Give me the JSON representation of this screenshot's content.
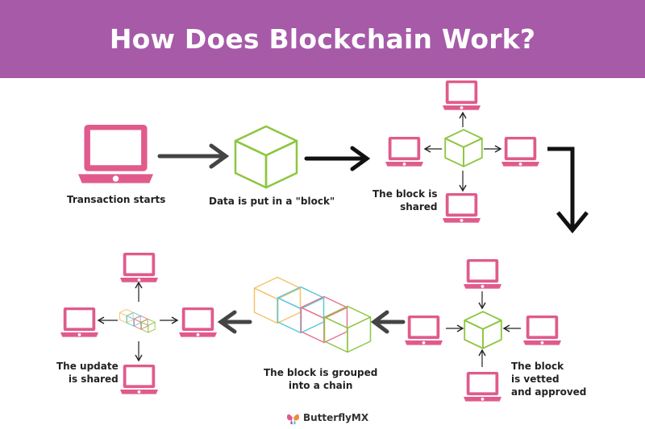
{
  "header": {
    "title": "How Does Blockchain Work?"
  },
  "steps": {
    "transaction": "Transaction starts",
    "block": "Data is put in a \"block\"",
    "shared": "The block is\nshared",
    "vetted": "The block\nis vetted\nand approved",
    "chain": "The block is grouped\ninto a chain",
    "update": "The update\nis shared"
  },
  "brand": {
    "name": "ButterflyMX"
  },
  "colors": {
    "header_bg": "#a65aa8",
    "laptop": "#e05b8c",
    "cube_green": "#8dc63f",
    "cube_yellow": "#f5c26b",
    "cube_blue": "#5bc8d8",
    "cube_pink": "#e6768f",
    "arrow": "#222222"
  }
}
